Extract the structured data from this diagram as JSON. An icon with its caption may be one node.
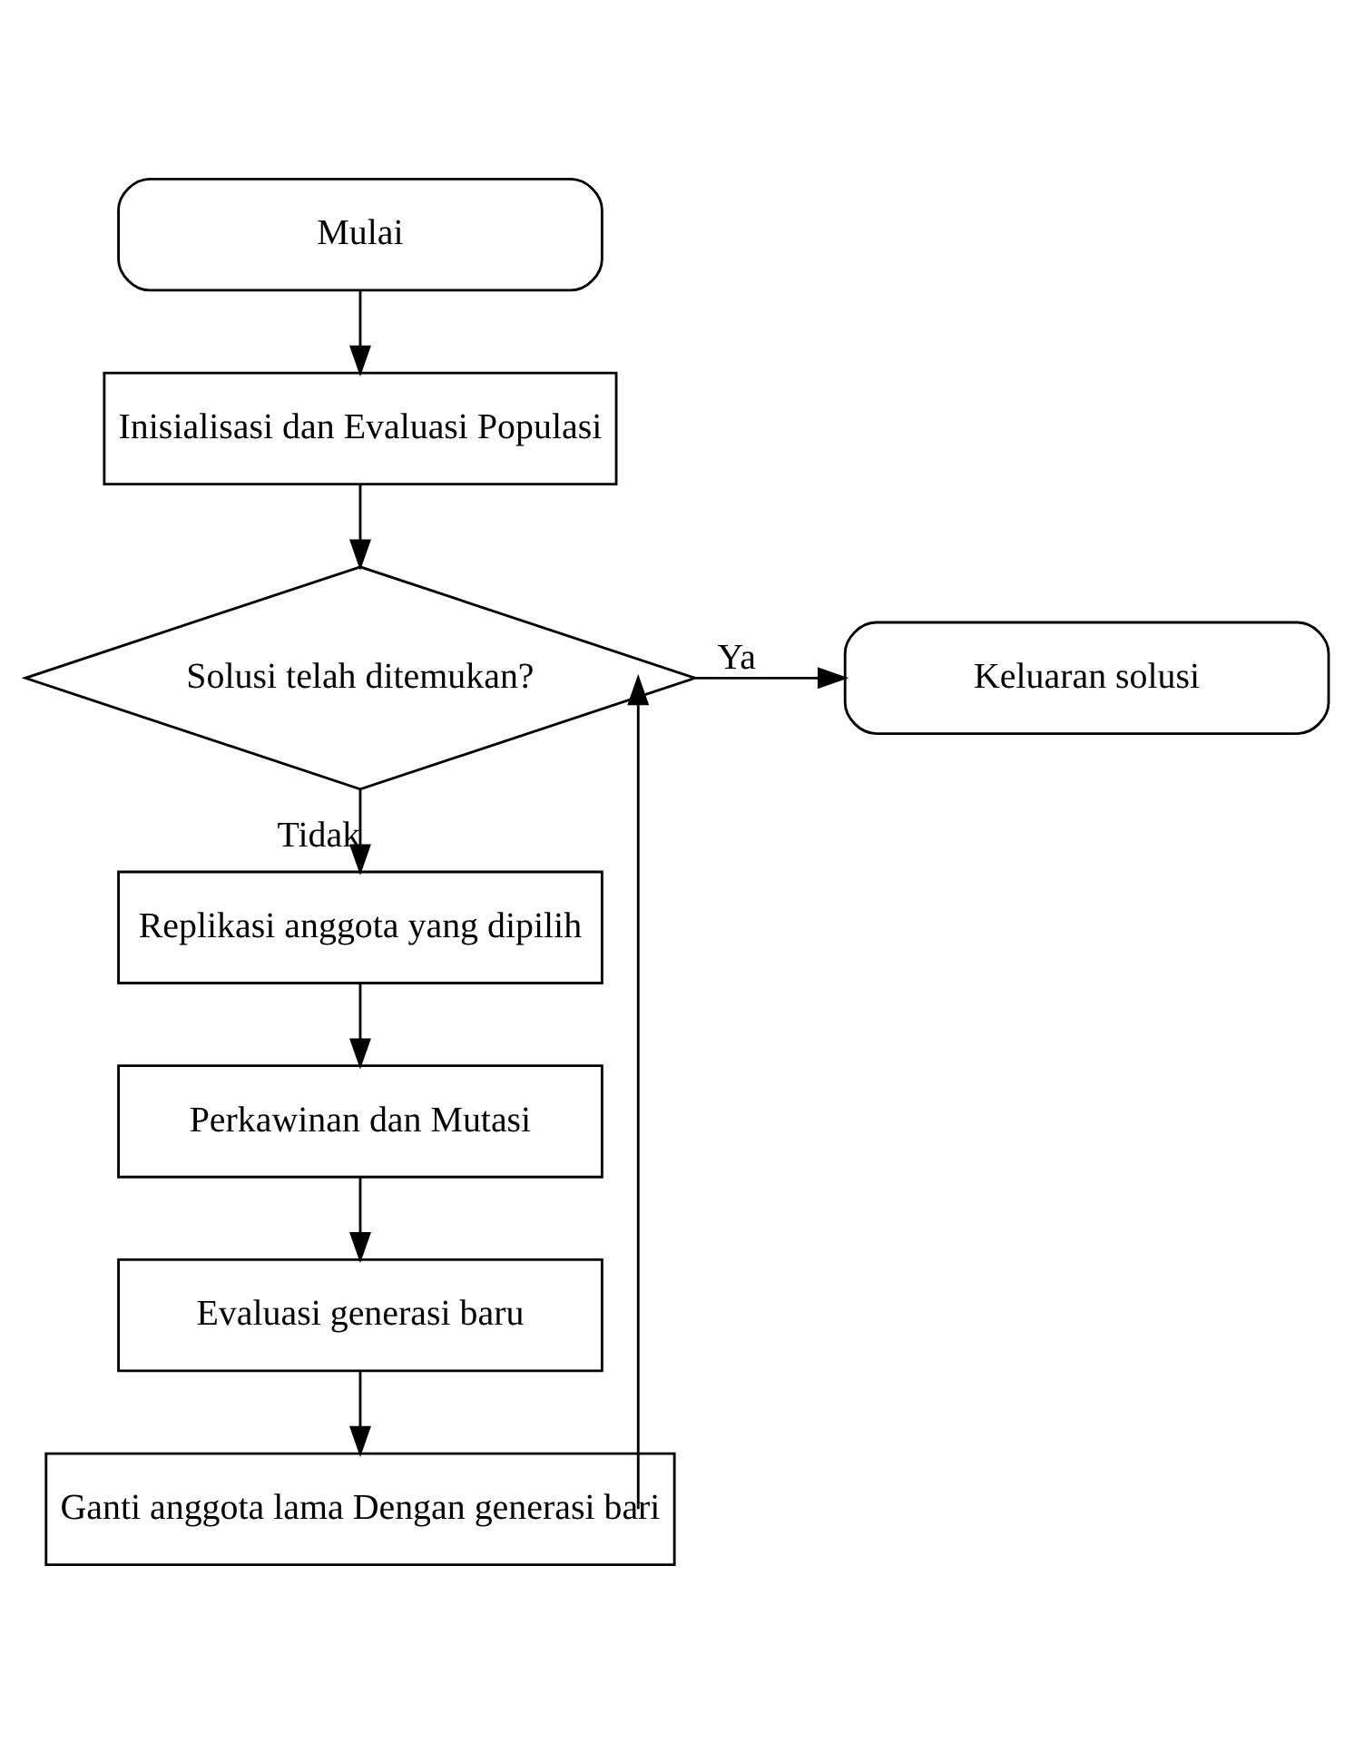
{
  "diagram": {
    "nodes": [
      {
        "text": [
          "Mulai"
        ]
      },
      {
        "text": [
          "Inisialisasi dan Evaluasi Populasi"
        ]
      },
      {
        "text": [
          "Solusi telah ditemukan?"
        ]
      },
      {
        "text": [
          "Keluaran solusi"
        ]
      },
      {
        "text": [
          "Replikasi anggota yang dipilih"
        ]
      },
      {
        "text": [
          "Perkawinan dan Mutasi"
        ]
      },
      {
        "text": [
          "Evaluasi generasi baru"
        ]
      },
      {
        "text": [
          "Ganti anggota lama Dengan generasi bari"
        ]
      }
    ],
    "edges": [
      {
        "from": 0,
        "to": 1,
        "arrow": "to"
      },
      {
        "from": 1,
        "to": 2,
        "arrow": "to"
      },
      {
        "from": 2,
        "to": 3,
        "label": "Ya",
        "arrow": "to"
      },
      {
        "from": 2,
        "to": 4,
        "label": "Tidak",
        "arrow": "to"
      },
      {
        "from": 4,
        "to": 5,
        "arrow": "to"
      },
      {
        "from": 5,
        "to": 6,
        "arrow": "to"
      },
      {
        "from": 6,
        "to": 7,
        "arrow": "to"
      },
      {
        "from": 7,
        "to": 2,
        "arrow": "to"
      }
    ]
  }
}
